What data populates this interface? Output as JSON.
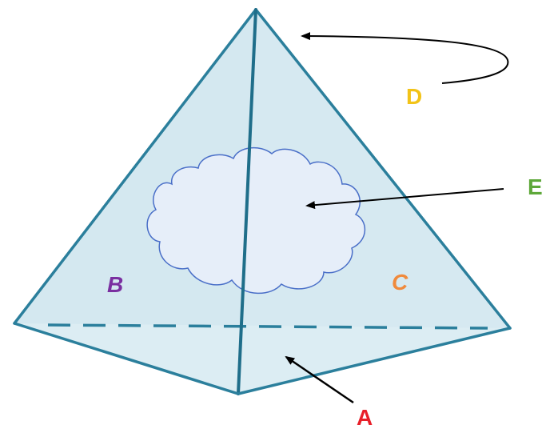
{
  "diagram": {
    "labels": {
      "A": {
        "text": "A",
        "color": "#e8202a"
      },
      "B": {
        "text": "B",
        "color": "#7a2fa0"
      },
      "C": {
        "text": "C",
        "color": "#f08a3c"
      },
      "D": {
        "text": "D",
        "color": "#f2c318"
      },
      "E": {
        "text": "E",
        "color": "#5ea83a"
      }
    },
    "colors": {
      "face_fill": "#d4e8f0",
      "face_fill_light": "#e0eff5",
      "edge": "#2b7f9c",
      "edge_dark": "#1f6e8a",
      "cloud_fill": "#e6eef9",
      "cloud_stroke": "#4a6fc8",
      "arrow": "#000000"
    }
  }
}
